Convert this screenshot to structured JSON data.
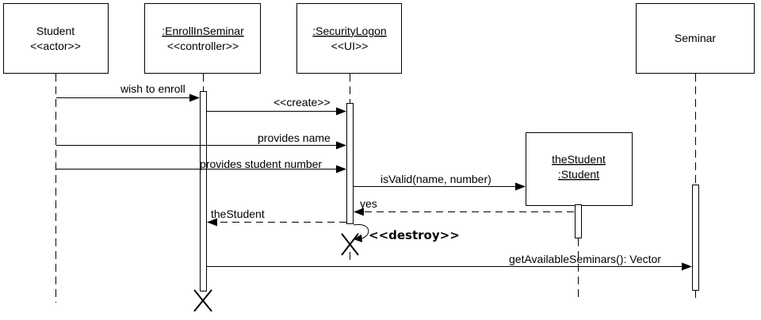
{
  "participants": [
    {
      "id": "student",
      "name": "Student",
      "stereotype": "<<actor>>"
    },
    {
      "id": "enroll",
      "name": ":EnrollInSeminar",
      "stereotype": "<<controller>>"
    },
    {
      "id": "logon",
      "name": ":SecurityLogon",
      "stereotype": "<<UI>>"
    },
    {
      "id": "seminar",
      "name": "Seminar",
      "stereotype": ""
    }
  ],
  "created_object": {
    "line1": "theStudent",
    "line2": ":Student"
  },
  "messages": {
    "wish_to_enroll": "wish to enroll",
    "create": "<<create>>",
    "provides_name": "provides name",
    "provides_student_number": "provides student number",
    "is_valid": "isValid(name, number)",
    "yes": "yes",
    "the_student": "theStudent",
    "destroy": "<<destroy>>",
    "get_available_seminars": "getAvailableSeminars(): Vector"
  },
  "icons": {
    "filled_arrowhead": "filled-triangle-arrow",
    "destroy_mark": "x-mark"
  },
  "colors": {
    "line": "#000000",
    "background": "#ffffff"
  }
}
